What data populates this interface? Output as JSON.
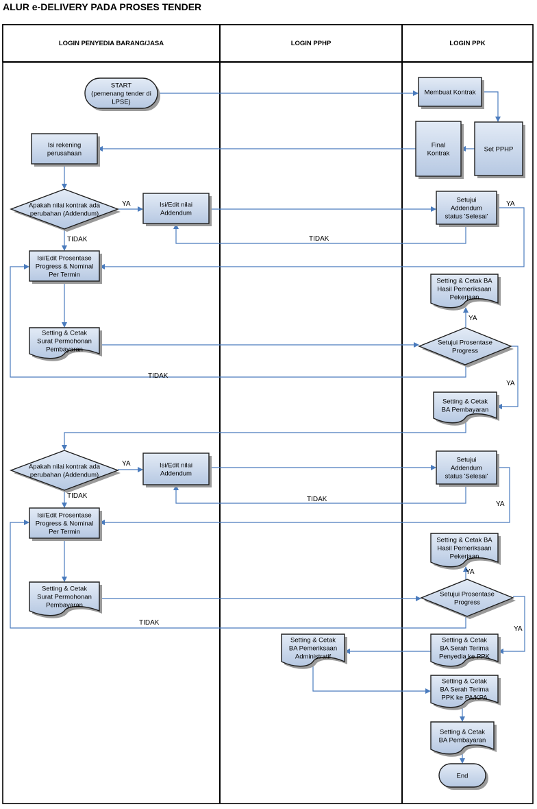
{
  "title": "ALUR e-DELIVERY PADA PROSES TENDER",
  "lanes": [
    {
      "header": "LOGIN PENYEDIA BARANG/JASA"
    },
    {
      "header": "LOGIN PPHP"
    },
    {
      "header": "LOGIN PPK"
    }
  ],
  "nodes": {
    "start": [
      "START",
      "(pemenang tender di",
      "LPSE)"
    ],
    "membuat_kontrak": [
      "Membuat Kontrak"
    ],
    "set_pphp": [
      "Set PPHP"
    ],
    "final_kontrak": [
      "Final",
      "Kontrak"
    ],
    "isi_rekening": [
      "Isi rekening",
      "perusahaan"
    ],
    "dec_addendum_1": [
      "Apakah nilai kontrak ada",
      "perubahan (Addendum)"
    ],
    "edit_addendum_1": [
      "Isi/Edit nilai",
      "Addendum"
    ],
    "setujui_addendum_1": [
      "Setujui",
      "Addendum",
      "status 'Selesai'"
    ],
    "edit_progress_1": [
      "Isi/Edit Prosentase",
      "Progress & Nominal",
      "Per Termin"
    ],
    "ba_hasil_1": [
      "Setting & Cetak BA",
      "Hasil Pemeriksaan",
      "Pekerjaan"
    ],
    "surat_permohonan_1": [
      "Setting & Cetak",
      "Surat Permohonan",
      "Pembayaran"
    ],
    "dec_progress_1": [
      "Setujui Prosentase",
      "Progress"
    ],
    "ba_pembayaran_1": [
      "Setting & Cetak",
      "BA Pembayaran"
    ],
    "dec_addendum_2": [
      "Apakah nilai kontrak ada",
      "perubahan (Addendum)"
    ],
    "edit_addendum_2": [
      "Isi/Edit nilai",
      "Addendum"
    ],
    "setujui_addendum_2": [
      "Setujui",
      "Addendum",
      "status 'Selesai'"
    ],
    "edit_progress_2": [
      "Isi/Edit Prosentase",
      "Progress & Nominal",
      "Per Termin"
    ],
    "ba_hasil_2": [
      "Setting & Cetak BA",
      "Hasil Pemeriksaan",
      "Pekerjaan"
    ],
    "surat_permohonan_2": [
      "Setting & Cetak",
      "Surat Permohonan",
      "Pembayaran"
    ],
    "dec_progress_2": [
      "Setujui Prosentase",
      "Progress"
    ],
    "ba_administratif": [
      "Setting & Cetak",
      "BA Pemeriksaan",
      "Administratif"
    ],
    "ba_serah_penyedia": [
      "Setting & Cetak",
      "BA Serah Terima",
      "Penyedia ke PPK"
    ],
    "ba_serah_ppk": [
      "Setting & Cetak",
      "BA Serah Terima",
      "PPK ke PA/KPA"
    ],
    "ba_pembayaran_2": [
      "Setting & Cetak",
      "BA Pembayaran"
    ],
    "end": [
      "End"
    ]
  },
  "edge_labels": {
    "ya": "YA",
    "tidak": "TIDAK"
  },
  "colors": {
    "box_fill_top": "#e3ebf6",
    "box_fill_bottom": "#b6c8e2",
    "connector": "#4a7bbd",
    "lane_border": "#000000"
  }
}
